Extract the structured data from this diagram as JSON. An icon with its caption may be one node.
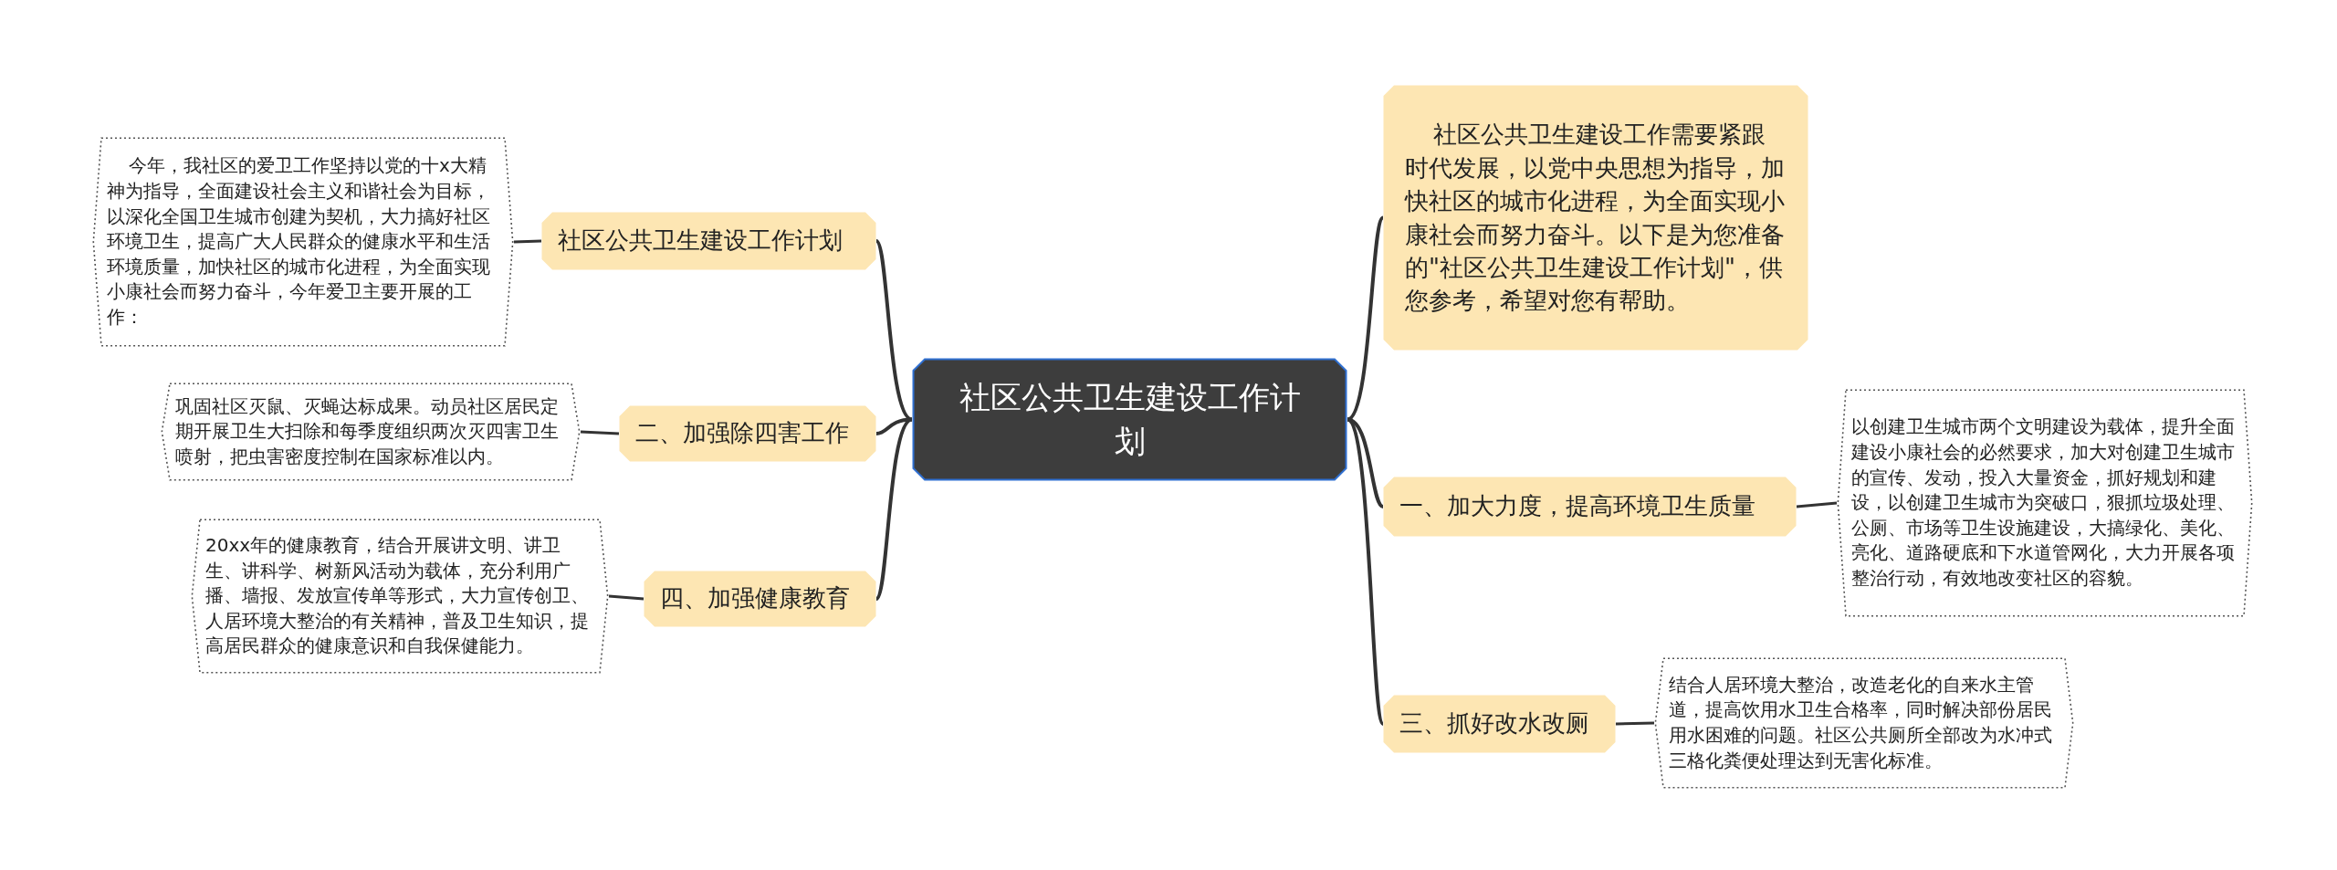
{
  "diagram": {
    "nodes": [
      {
        "text": [
          "社区公共卫生建设工作计划"
        ]
      },
      {
        "text": [
          "社区公共卫生建设工作计划"
        ]
      },
      {
        "text": [
          "今年，我社区的爱卫工作坚持以党的十x大精神为指导，全面建设社会主义和谐社会为目标，以深化全国卫生城市创建为契机，大力搞好社区环境卫生，提高广大人民群众的健康水平和生活环境质量，加快社区的城市化进程，为全面实现小康社会而努力奋斗，今年爱卫主要开展的工作："
        ]
      },
      {
        "text": [
          "二、加强除四害工作"
        ]
      },
      {
        "text": [
          "巩固社区灭鼠、灭蝇达标成果。动员社区居民定期开展卫生大扫除和每季度组织两次灭四害卫生喷射，把虫害密度控制在国家标准以内。"
        ]
      },
      {
        "text": [
          "四、加强健康教育"
        ]
      },
      {
        "text": [
          "20xx年的健康教育，结合开展讲文明、讲卫生、讲科学、树新风活动为载体，充分利用广播、墙报、发放宣传单等形式，大力宣传创卫、人居环境大整治的有关精神，普及卫生知识，提高居民群众的健康意识和自我保健能力。"
        ]
      },
      {
        "text": [
          "社区公共卫生建设工作需要紧跟时代发展，以党中央思想为指导，加快社区的城市化进程，为全面实现小康社会而努力奋斗。以下是为您准备的\"社区公共卫生建设工作计划\"，供您参考，希望对您有帮助。"
        ]
      },
      {
        "text": [
          "一、加大力度，提高环境卫生质量"
        ]
      },
      {
        "text": [
          "以创建卫生城市两个文明建设为载体，提升全面建设小康社会的必然要求，加大对创建卫生城市的宣传、发动，投入大量资金，抓好规划和建设，以创建卫生城市为突破口，狠抓垃圾处理、公厕、市场等卫生设施建设，大搞绿化、美化、亮化、道路硬底和下水道管网化，大力开展各项整治行动，有效地改变社区的容貌。"
        ]
      },
      {
        "text": [
          "三、抓好改水改厕"
        ]
      },
      {
        "text": [
          "结合人居环境大整治，改造老化的自来水主管道，提高饮用水卫生合格率，同时解决部份居民用水困难的问题。社区公共厕所全部改为水冲式三格化粪便处理达到无害化标准。"
        ]
      }
    ],
    "edges": [
      {
        "from": 0,
        "to": 1,
        "arrow": "none"
      },
      {
        "from": 1,
        "to": 2,
        "arrow": "none"
      },
      {
        "from": 0,
        "to": 3,
        "arrow": "none"
      },
      {
        "from": 3,
        "to": 4,
        "arrow": "none"
      },
      {
        "from": 0,
        "to": 5,
        "arrow": "none"
      },
      {
        "from": 5,
        "to": 6,
        "arrow": "none"
      },
      {
        "from": 0,
        "to": 7,
        "arrow": "none"
      },
      {
        "from": 0,
        "to": 8,
        "arrow": "none"
      },
      {
        "from": 8,
        "to": 9,
        "arrow": "none"
      },
      {
        "from": 0,
        "to": 10,
        "arrow": "none"
      },
      {
        "from": 10,
        "to": 11,
        "arrow": "none"
      }
    ]
  }
}
